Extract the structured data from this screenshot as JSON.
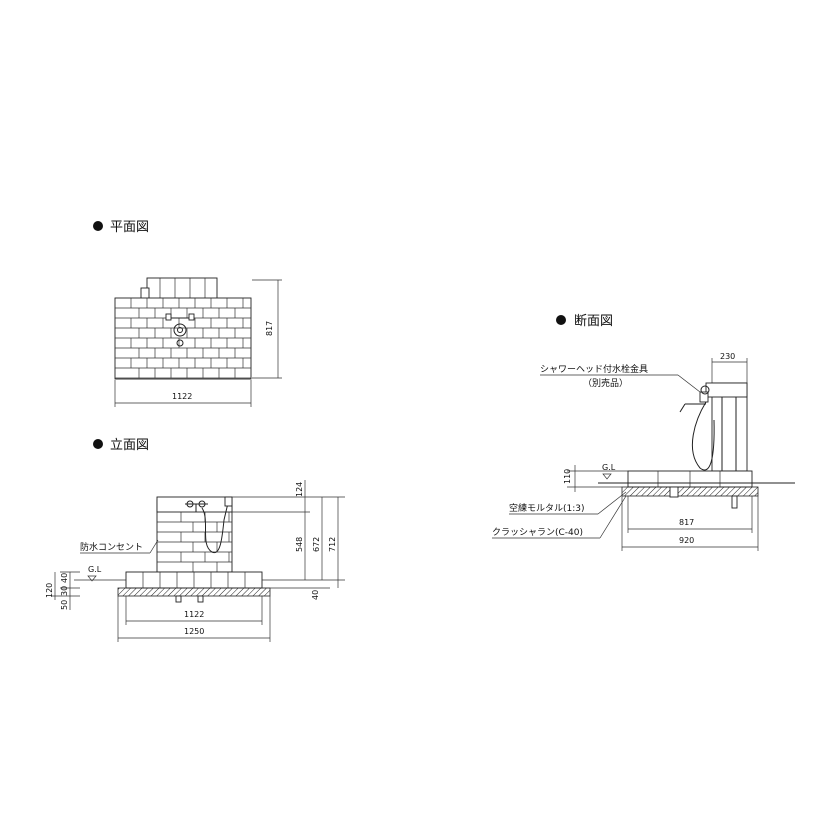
{
  "sections": {
    "plan": {
      "title": "平面図"
    },
    "elevation": {
      "title": "立面図"
    },
    "section": {
      "title": "断面図"
    }
  },
  "dimensions": {
    "plan_width": "1122",
    "plan_depth": "817",
    "elev_width_inner": "1122",
    "elev_width_outer": "1250",
    "elev_top": "124",
    "elev_548": "548",
    "elev_672": "672",
    "elev_712": "712",
    "elev_40_bottom": "40",
    "elev_left_40": "40",
    "elev_left_120": "120",
    "elev_left_30": "30",
    "elev_left_50": "50",
    "sec_230": "230",
    "sec_110": "110",
    "sec_817": "817",
    "sec_920": "920"
  },
  "labels": {
    "gl_elev": "G.L",
    "gl_sec": "G.L",
    "outlet": "防水コンセント",
    "faucet": "シャワーヘッド付水栓金具",
    "faucet_note": "（別売品）",
    "mortar": "空練モルタル(1:3)",
    "crusher": "クラッシャラン(C-40)"
  },
  "colors": {
    "line": "#222222",
    "bullet": "#111111"
  }
}
